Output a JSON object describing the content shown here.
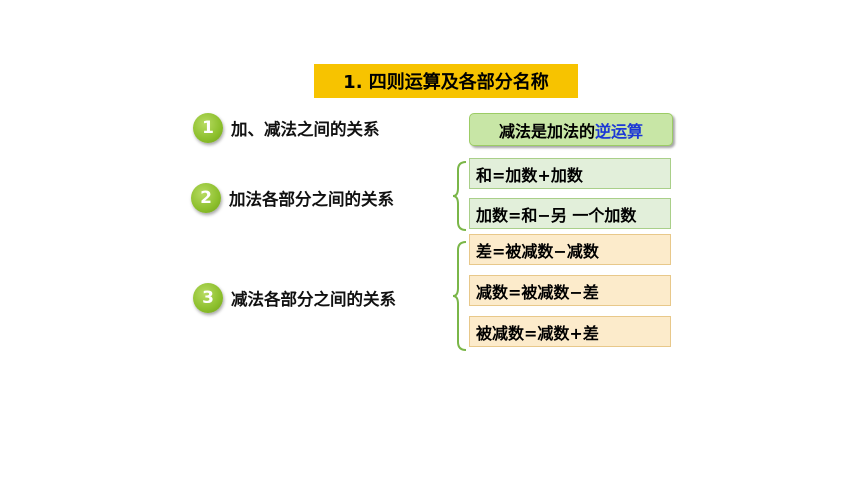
{
  "title": "1.  四则运算及各部分名称",
  "items": [
    {
      "number": "1",
      "label": "加、减法之间的关系"
    },
    {
      "number": "2",
      "label": "加法各部分之间的关系"
    },
    {
      "number": "3",
      "label": "减法各部分之间的关系"
    }
  ],
  "inverse": {
    "prefix": "减法是加法的",
    "highlight": "逆运算"
  },
  "addition_relations": [
    "和=加数+加数",
    "加数=和−另 一个加数"
  ],
  "subtraction_relations": [
    "差=被减数−减数",
    "减数=被减数−差",
    "被减数=减数+差"
  ],
  "colors": {
    "title_bg": "#f7c300",
    "number_badge": "#8cbf2c",
    "inverse_bg": "#c8e6a6",
    "inverse_highlight": "#1c38d6",
    "addition_bg": "#e2efda",
    "subtraction_bg": "#fcebcb",
    "brace": "#7ab648"
  }
}
